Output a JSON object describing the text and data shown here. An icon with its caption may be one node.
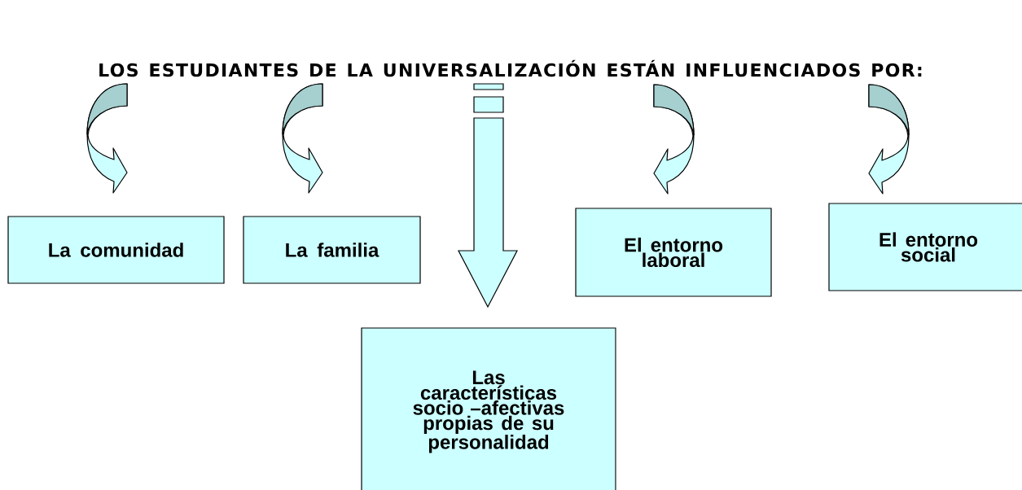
{
  "diagram": {
    "title": "LOS ESTUDIANTES DE LA UNIVERSALIZACIÓN ESTÁN INFLUENCIADOS POR:",
    "nodes": [
      {
        "text": [
          "La comunidad"
        ]
      },
      {
        "text": [
          "La familia"
        ]
      },
      {
        "text": [
          "Las características socio –afectivas propias de su personalidad"
        ]
      },
      {
        "text": [
          "El entorno laboral"
        ]
      },
      {
        "text": [
          "El entorno social"
        ]
      }
    ],
    "edges": [
      {
        "from": null,
        "to": 0,
        "arrow": "to"
      },
      {
        "from": null,
        "to": 1,
        "arrow": "to"
      },
      {
        "from": null,
        "to": 2,
        "arrow": "to"
      },
      {
        "from": null,
        "to": 3,
        "arrow": "to"
      },
      {
        "from": null,
        "to": 4,
        "arrow": "to"
      }
    ]
  }
}
